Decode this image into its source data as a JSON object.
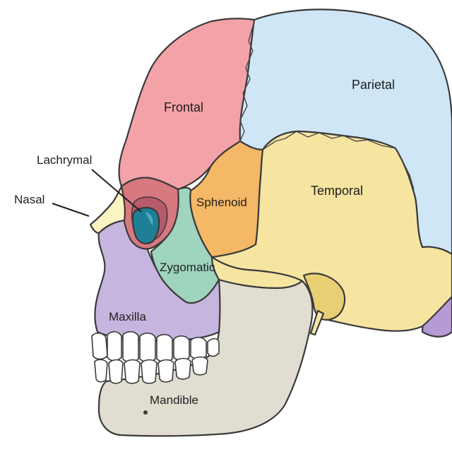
{
  "labels": {
    "frontal": "Frontal",
    "parietal": "Parietal",
    "temporal": "Temporal",
    "sphenoid": "Sphenoid",
    "lachrymal": "Lachrymal",
    "nasal": "Nasal",
    "zygomatic": "Zygomatic",
    "maxilla": "Maxilla",
    "mandible": "Mandible"
  },
  "colors": {
    "frontal": "#f3a3a8",
    "parietal": "#cfe6f7",
    "temporal": "#f6e4a1",
    "sphenoid": "#f4b866",
    "lachrymal": "#1f7f97",
    "nasal": "#fbf3c2",
    "zygomatic": "#9fd4bf",
    "maxilla": "#c6b5de",
    "mandible": "#e1ddd1",
    "occipital": "#b59ad6",
    "teeth": "#ffffff",
    "outline": "#3a3a3a"
  }
}
